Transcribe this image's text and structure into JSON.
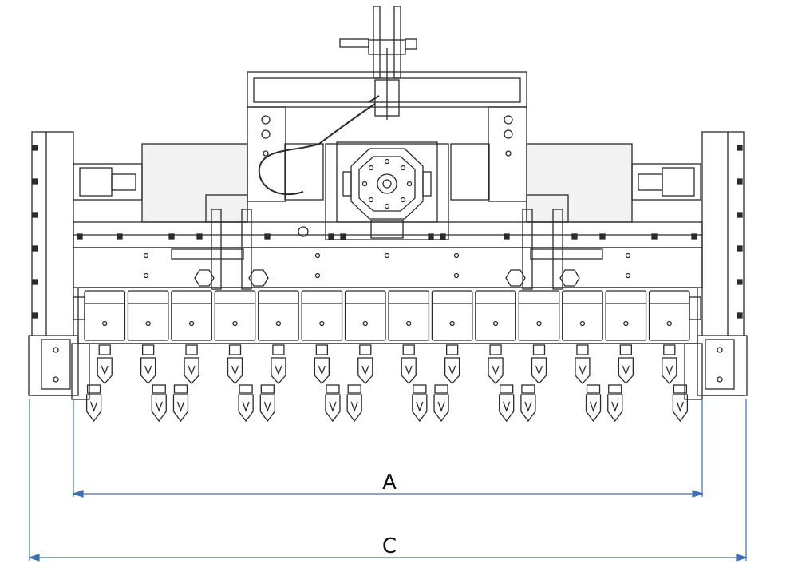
{
  "diagram": {
    "dimensions": {
      "a_label": "A",
      "c_label": "C"
    },
    "colors": {
      "line": "#2b2b2b",
      "shade": "#d9d9d9",
      "dimension": "#3f6fb5"
    },
    "counts": {
      "blade_rows": 14
    }
  }
}
